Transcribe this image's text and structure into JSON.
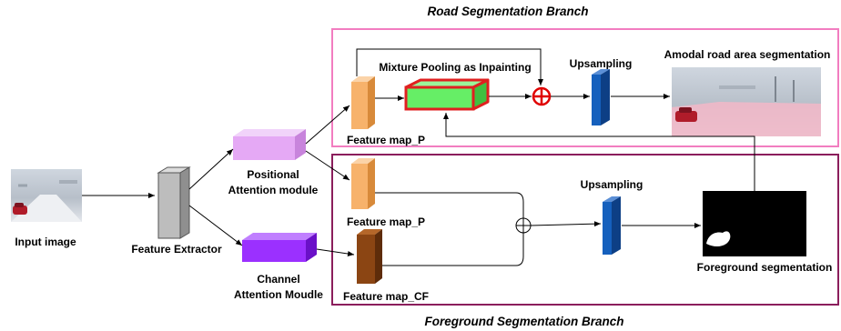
{
  "diagram": {
    "road_branch_title": "Road Segmentation Branch",
    "foreground_branch_title": "Foreground Segmentation Branch",
    "nodes": {
      "input_image": "Input image",
      "feature_extractor": "Feature Extractor",
      "positional_attention": [
        "Positional",
        "Attention module"
      ],
      "channel_attention": [
        "Channel",
        "Attention Moudle"
      ],
      "feature_map_p_road": "Feature map_P",
      "feature_map_p_fg": "Feature map_P",
      "feature_map_cf": "Feature map_CF",
      "mixture_pooling": "Mixture Pooling as Inpainting",
      "upsampling_road": "Upsampling",
      "upsampling_fg": "Upsampling",
      "amodal_output": "Amodal road area segmentation",
      "foreground_output": "Foreground segmentation"
    },
    "colors": {
      "road_branch_border": "#F27DC0",
      "foreground_branch_border": "#8B1E5C",
      "feature_map_p": "#F7B26B",
      "feature_map_cf": "#8B4513",
      "positional_attention": "#E5A9F5",
      "channel_attention": "#9B30FF",
      "upsampling": "#1560BD",
      "inpainting_fill": "#66EE66",
      "inpainting_border": "#E02020",
      "feature_extractor": "#BDBDBD"
    }
  }
}
